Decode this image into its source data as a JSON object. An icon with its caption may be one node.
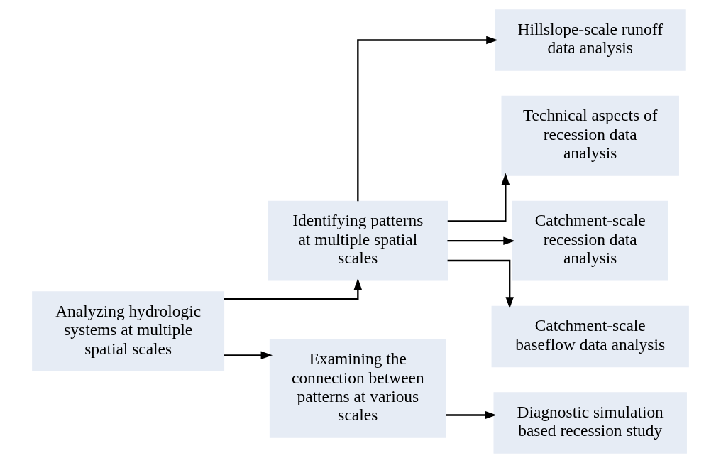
{
  "diagram": {
    "nodes": [
      {
        "text": [
          "Analyzing hydrologic systems at multiple spatial scales"
        ]
      },
      {
        "text": [
          "Identifying patterns at multiple spatial scales"
        ]
      },
      {
        "text": [
          "Hillslope-scale runoff data analysis"
        ]
      },
      {
        "text": [
          "Technical aspects of recession data analysis"
        ]
      },
      {
        "text": [
          "Catchment-scale recession data analysis"
        ]
      },
      {
        "text": [
          "Catchment-scale baseflow data analysis"
        ]
      },
      {
        "text": [
          "Examining the connection between patterns at various scales"
        ]
      },
      {
        "text": [
          "Diagnostic simulation based recession study"
        ]
      }
    ],
    "edges": [
      {
        "from": 0,
        "to": 1,
        "arrow": "to"
      },
      {
        "from": 0,
        "to": 6,
        "arrow": "to"
      },
      {
        "from": 1,
        "to": 2,
        "arrow": "to"
      },
      {
        "from": 1,
        "to": 3,
        "arrow": "to"
      },
      {
        "from": 1,
        "to": 4,
        "arrow": "to"
      },
      {
        "from": 1,
        "to": 5,
        "arrow": "to"
      },
      {
        "from": 6,
        "to": 7,
        "arrow": "to"
      }
    ]
  }
}
